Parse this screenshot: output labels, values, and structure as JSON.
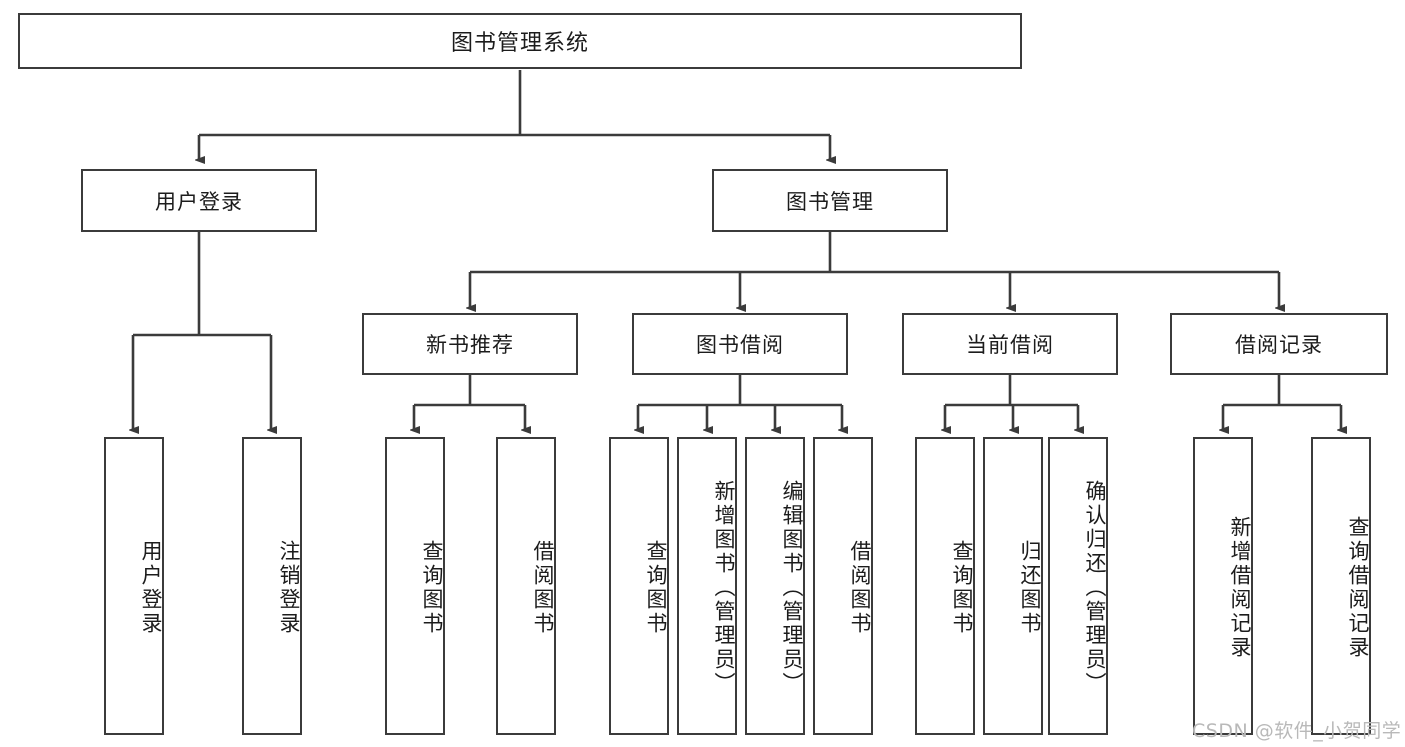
{
  "diagram": {
    "title": "图书管理系统",
    "type": "tree-hierarchy",
    "root": {
      "label": "图书管理系统"
    },
    "level2": [
      {
        "label": "用户登录"
      },
      {
        "label": "图书管理"
      }
    ],
    "level3": [
      {
        "label": "新书推荐"
      },
      {
        "label": "图书借阅"
      },
      {
        "label": "当前借阅"
      },
      {
        "label": "借阅记录"
      }
    ],
    "leaves": {
      "user_login": [
        {
          "label": "用户登录"
        },
        {
          "label": "注销登录"
        }
      ],
      "new_book_recommend": [
        {
          "label": "查询图书"
        },
        {
          "label": "借阅图书"
        }
      ],
      "book_borrow": [
        {
          "label": "查询图书"
        },
        {
          "label": "新增图书（管理员）"
        },
        {
          "label": "编辑图书（管理员）"
        },
        {
          "label": "借阅图书"
        }
      ],
      "current_borrow": [
        {
          "label": "查询图书"
        },
        {
          "label": "归还图书"
        },
        {
          "label": "确认归还（管理员）"
        }
      ],
      "borrow_record": [
        {
          "label": "新增借阅记录"
        },
        {
          "label": "查询借阅记录"
        }
      ]
    }
  },
  "watermark": {
    "text": "CSDN @软件_小贺同学"
  },
  "colors": {
    "stroke": "#3b3b3b",
    "background": "#ffffff",
    "text": "#1c1c1c",
    "watermark": "#b9b9b9"
  }
}
